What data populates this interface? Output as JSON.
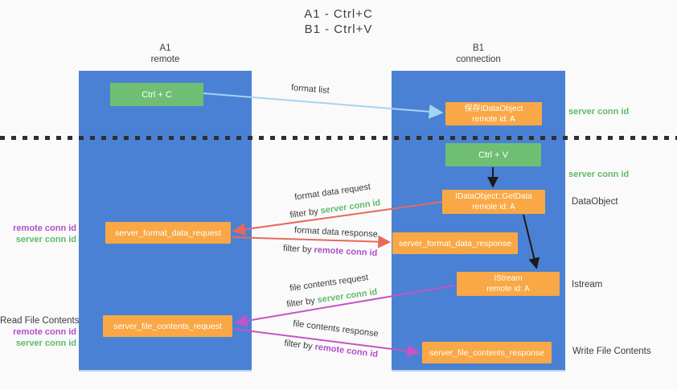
{
  "title": {
    "line1": "A1 - Ctrl+C",
    "line2": "B1 - Ctrl+V"
  },
  "columns": {
    "a": {
      "name": "A1",
      "subtitle": "remote"
    },
    "b": {
      "name": "B1",
      "subtitle": "connection"
    }
  },
  "nodes": {
    "ctrl_c": {
      "label": "Ctrl + C"
    },
    "ctrl_v": {
      "label": "Ctrl + V"
    },
    "save_idataobject": {
      "line1": "保存IDataObject",
      "line2": "remote id: A"
    },
    "getdata": {
      "line1": "IDataObject::GetData",
      "line2": "remote id: A"
    },
    "istream": {
      "line1": "IStream",
      "line2": "remote id: A"
    },
    "format_request": {
      "label": "server_format_data_request"
    },
    "format_response": {
      "label": "server_format_data_response"
    },
    "file_request": {
      "label": "server_file_contents_request"
    },
    "file_response": {
      "label": "server_file_contents_response"
    }
  },
  "side_labels": {
    "server_conn_top": "server conn id",
    "server_conn_mid": "server conn id",
    "dataobject": "DataObject",
    "istream": "Istream",
    "write_file": "Write File Contents",
    "read_file": "Read File Contents",
    "format_remote_conn": "remote conn id",
    "format_server_conn": "server conn id",
    "file_remote_conn": "remote conn id",
    "file_server_conn": "server conn id"
  },
  "arrow_labels": {
    "format_list": "format list",
    "format_data_request": "format data request",
    "format_data_request_filter_prefix": "filter by ",
    "format_data_request_filter_key": "server conn id",
    "format_data_response": "format data response",
    "format_data_response_filter_prefix": "filter by ",
    "format_data_response_filter_key": "remote conn id",
    "file_contents_request": "file contents request",
    "file_contents_request_filter_prefix": "filter by ",
    "file_contents_request_filter_key": "server conn id",
    "file_contents_response": "file contents response",
    "file_contents_response_filter_prefix": "filter by ",
    "file_contents_response_filter_key": "remote conn id"
  },
  "colors": {
    "lifeline_blue": "#4a81d4",
    "action_green": "#6fbe74",
    "message_orange": "#f9a845",
    "arrow_blue": "#a6d4f0",
    "arrow_red": "#e8685c",
    "arrow_magenta": "#c455c4",
    "arrow_black": "#1a1a1a",
    "conn_id_green": "#5fba68",
    "conn_id_purple": "#b04fc8"
  }
}
